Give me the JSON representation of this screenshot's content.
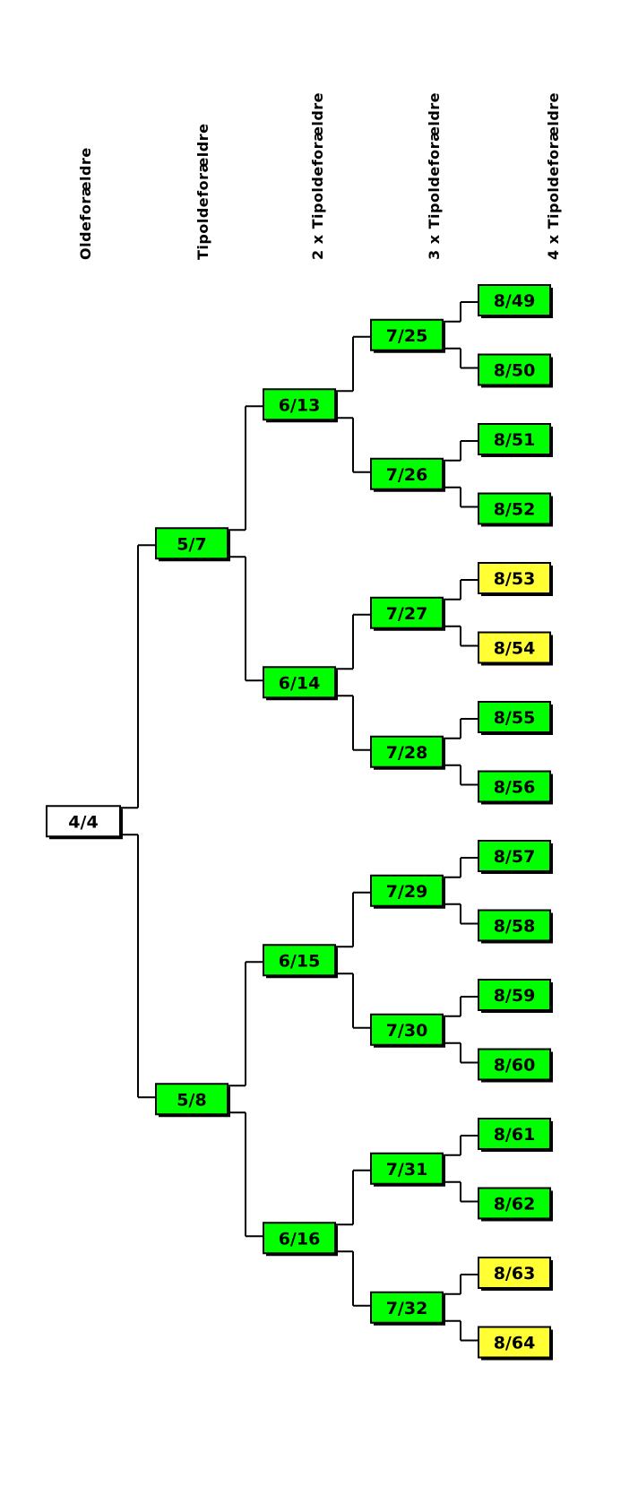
{
  "columns": [
    {
      "label": "Oldeforældre"
    },
    {
      "label": "Tipoldeforældre"
    },
    {
      "label": "2 x Tipoldeforældre"
    },
    {
      "label": "3 x Tipoldeforældre"
    },
    {
      "label": "4 x Tipoldeforældre"
    }
  ],
  "colors": {
    "green": "#00ff00",
    "yellow": "#ffff33",
    "white": "#ffffff",
    "line": "#000000",
    "text": "#000000"
  },
  "tree": {
    "label": "4/4",
    "status": "white",
    "children": [
      {
        "label": "5/7",
        "status": "green",
        "children": [
          {
            "label": "6/13",
            "status": "green",
            "children": [
              {
                "label": "7/25",
                "status": "green",
                "children": [
                  {
                    "label": "8/49",
                    "status": "green"
                  },
                  {
                    "label": "8/50",
                    "status": "green"
                  }
                ]
              },
              {
                "label": "7/26",
                "status": "green",
                "children": [
                  {
                    "label": "8/51",
                    "status": "green"
                  },
                  {
                    "label": "8/52",
                    "status": "green"
                  }
                ]
              }
            ]
          },
          {
            "label": "6/14",
            "status": "green",
            "children": [
              {
                "label": "7/27",
                "status": "green",
                "children": [
                  {
                    "label": "8/53",
                    "status": "yellow"
                  },
                  {
                    "label": "8/54",
                    "status": "yellow"
                  }
                ]
              },
              {
                "label": "7/28",
                "status": "green",
                "children": [
                  {
                    "label": "8/55",
                    "status": "green"
                  },
                  {
                    "label": "8/56",
                    "status": "green"
                  }
                ]
              }
            ]
          }
        ]
      },
      {
        "label": "5/8",
        "status": "green",
        "children": [
          {
            "label": "6/15",
            "status": "green",
            "children": [
              {
                "label": "7/29",
                "status": "green",
                "children": [
                  {
                    "label": "8/57",
                    "status": "green"
                  },
                  {
                    "label": "8/58",
                    "status": "green"
                  }
                ]
              },
              {
                "label": "7/30",
                "status": "green",
                "children": [
                  {
                    "label": "8/59",
                    "status": "green"
                  },
                  {
                    "label": "8/60",
                    "status": "green"
                  }
                ]
              }
            ]
          },
          {
            "label": "6/16",
            "status": "green",
            "children": [
              {
                "label": "7/31",
                "status": "green",
                "children": [
                  {
                    "label": "8/61",
                    "status": "green"
                  },
                  {
                    "label": "8/62",
                    "status": "green"
                  }
                ]
              },
              {
                "label": "7/32",
                "status": "green",
                "children": [
                  {
                    "label": "8/63",
                    "status": "yellow"
                  },
                  {
                    "label": "8/64",
                    "status": "yellow"
                  }
                ]
              }
            ]
          }
        ]
      }
    ]
  }
}
